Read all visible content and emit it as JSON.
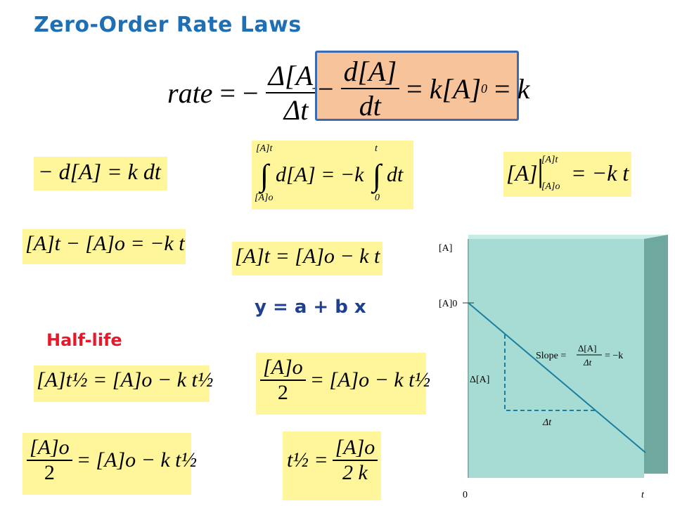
{
  "title": "Zero-Order Rate Laws",
  "colors": {
    "title": "#1f6fb5",
    "eq_box": "#fff59a",
    "highlight_fill": "#f7c39a",
    "highlight_border": "#3b6bb0",
    "graph_bg": "#a7dcd4",
    "line": "#1a7fa0",
    "yeq": "#1f3f8f",
    "half": "#e8172a"
  },
  "labels": {
    "yeq": "y = a + b x",
    "half_life": "Half-life"
  },
  "eq": {
    "rate_word": "rate",
    "delta_A": "Δ[A]",
    "delta_t": "Δt",
    "dA": "d[A]",
    "dt": "dt",
    "kA0": "k[A]",
    "zero": "0",
    "k": "k",
    "neg_dA_kdt": "− d[A] = k dt",
    "int_upper": "[A]t",
    "int_lower": "[A]o",
    "int_body": "d[A] = −k",
    "int2_upper": "t",
    "int2_lower": "0",
    "int2_body": "dt",
    "eval_A": "[A]",
    "eval_upper": "[A]t",
    "eval_lower": "[A]o",
    "eval_rhs": "= −k t",
    "diff": "[A]t − [A]o = −k t",
    "linear": "[A]t = [A]o − k t",
    "half1": "[A]t½ = [A]o − k t½",
    "half2_num": "[A]o",
    "half2_den": "2",
    "half2_rhs": "= [A]o − k t½",
    "half3_num": "[A]o",
    "half3_den": "2",
    "half3_rhs": "= [A]o − k t½",
    "half4_lhs": "t½ =",
    "half4_num": "[A]o",
    "half4_den": "2 k"
  },
  "graph": {
    "y_label": "[A]",
    "y0_label": "[A]0",
    "slope_text": "Slope =",
    "slope_num": "Δ[A]",
    "slope_den": "Δt",
    "slope_rhs": "= −k",
    "dA_label": "Δ[A]",
    "dt_label": "Δt",
    "origin": "0",
    "x_label": "t"
  }
}
